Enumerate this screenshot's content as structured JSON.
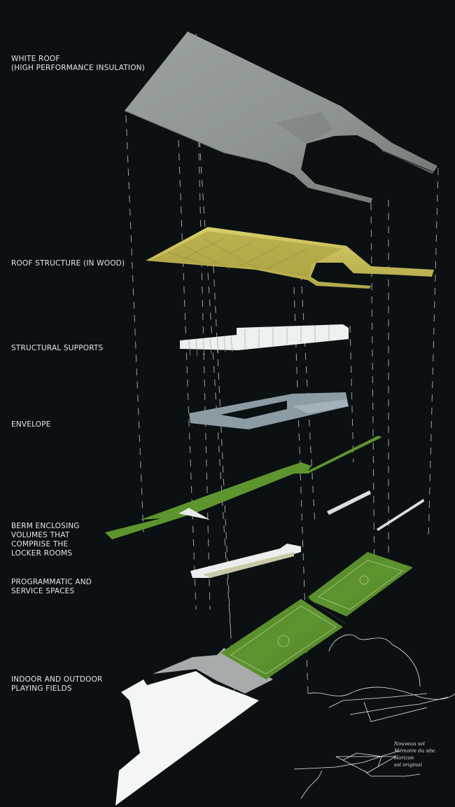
{
  "diagram": {
    "type": "exploded-axonometric",
    "background_color": "#0b1012",
    "layers": [
      {
        "id": "white-roof",
        "label": "WHITE ROOF\n(HIGH PERFORMANCE INSULATION)",
        "color": "#8e9594"
      },
      {
        "id": "roof-structure",
        "label": "ROOF STRUCTURE (IN WOOD)",
        "color": "#c9c05a"
      },
      {
        "id": "structural-supports",
        "label": "STRUCTURAL SUPPORTS",
        "color": "#e8ebea"
      },
      {
        "id": "envelope",
        "label": "ENVELOPE",
        "color": "#8fa1aa"
      },
      {
        "id": "berm",
        "label": "BERM ENCLOSING\nVOLUMES THAT\nCOMPRISE THE\nLOCKER ROOMS",
        "color": "#5a8a2c"
      },
      {
        "id": "programmatic",
        "label": "PROGRAMMATIC AND\nSERVICE SPACES",
        "color": "#e4e8e8"
      },
      {
        "id": "playing-fields",
        "label": "INDOOR AND OUTDOOR\nPLAYING FIELDS",
        "color": "#4f8a28"
      }
    ],
    "sketch_annotation": "Nouveau sol\nMémoire du site.\nHorizon\nsol original",
    "guide_line_color": "#d0d4d4"
  }
}
